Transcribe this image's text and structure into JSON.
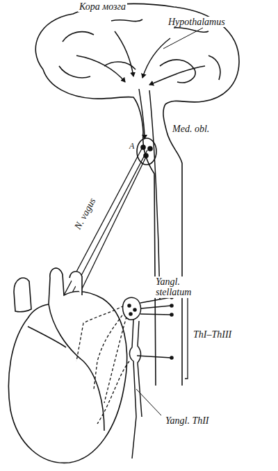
{
  "diagram": {
    "labels": [
      "Кора мозга",
      "Hypothalamus",
      "Med. obl.",
      "A",
      "N. vagus",
      "Yangl. stellatum",
      "ThI–ThIII",
      "Yangl. ThII"
    ]
  }
}
